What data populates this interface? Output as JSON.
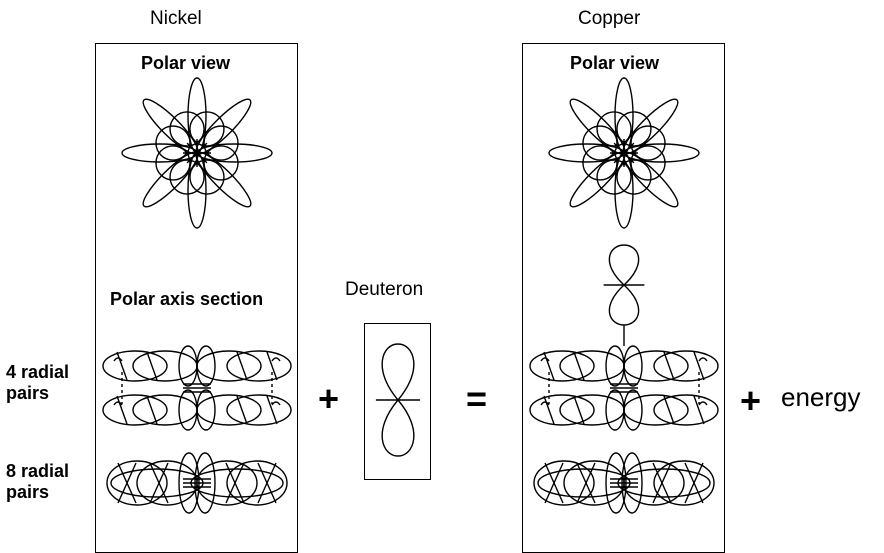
{
  "nickel": {
    "title": "Nickel",
    "polar_view_label": "Polar view",
    "polar_axis_label": "Polar axis section"
  },
  "copper": {
    "title": "Copper",
    "polar_view_label": "Polar view"
  },
  "deuteron": {
    "title": "Deuteron"
  },
  "side_labels": {
    "radial_4_line1": "4 radial",
    "radial_4_line2": "pairs",
    "radial_8_line1": "8 radial",
    "radial_8_line2": "pairs"
  },
  "equation": {
    "plus": "+",
    "equals": "=",
    "plus_energy": "+",
    "energy": "energy"
  }
}
